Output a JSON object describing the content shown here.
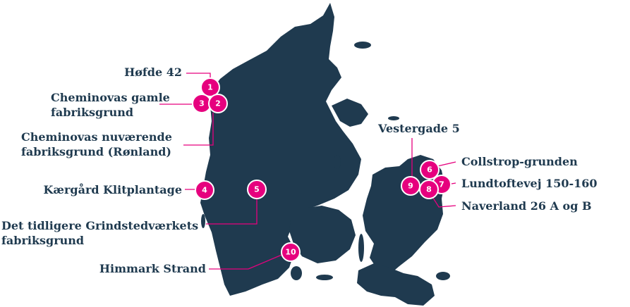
{
  "colors": {
    "land": "#1f3a4f",
    "marker": "#e6007e",
    "text": "#1f3a4f",
    "background": "#ffffff"
  },
  "markers": [
    {
      "number": "1",
      "name": "Høfde 42"
    },
    {
      "number": "2",
      "name": "Cheminovas nuværende fabriksgrund (Rønland)"
    },
    {
      "number": "3",
      "name": "Cheminovas gamle fabriksgrund"
    },
    {
      "number": "4",
      "name": "Kærgård Klitplantage"
    },
    {
      "number": "5",
      "name": "Det tidligere Grindstedværkets fabriksgrund"
    },
    {
      "number": "6",
      "name": "Collstrop-grunden"
    },
    {
      "number": "7",
      "name": "Lundtoftevej 150-160"
    },
    {
      "number": "8",
      "name": "Naverland 26 A og B"
    },
    {
      "number": "9",
      "name": "Vestergade 5"
    },
    {
      "number": "10",
      "name": "Himmark Strand"
    }
  ],
  "labels": {
    "hofde": "Høfde 42",
    "cheminova_old": "Cheminovas gamle\nfabriksgrund",
    "cheminova_new": "Cheminovas nuværende\nfabriksgrund (Rønland)",
    "kaergaard": "Kærgård Klitplantage",
    "grindsted": "Det tidligere Grindstedværkets\nfabriksgrund",
    "himmark": "Himmark Strand",
    "vestergade": "Vestergade 5",
    "collstrop": "Collstrop-grunden",
    "lundtoftevej": "Lundtoftevej 150-160",
    "naverland": "Naverland 26 A og B"
  }
}
